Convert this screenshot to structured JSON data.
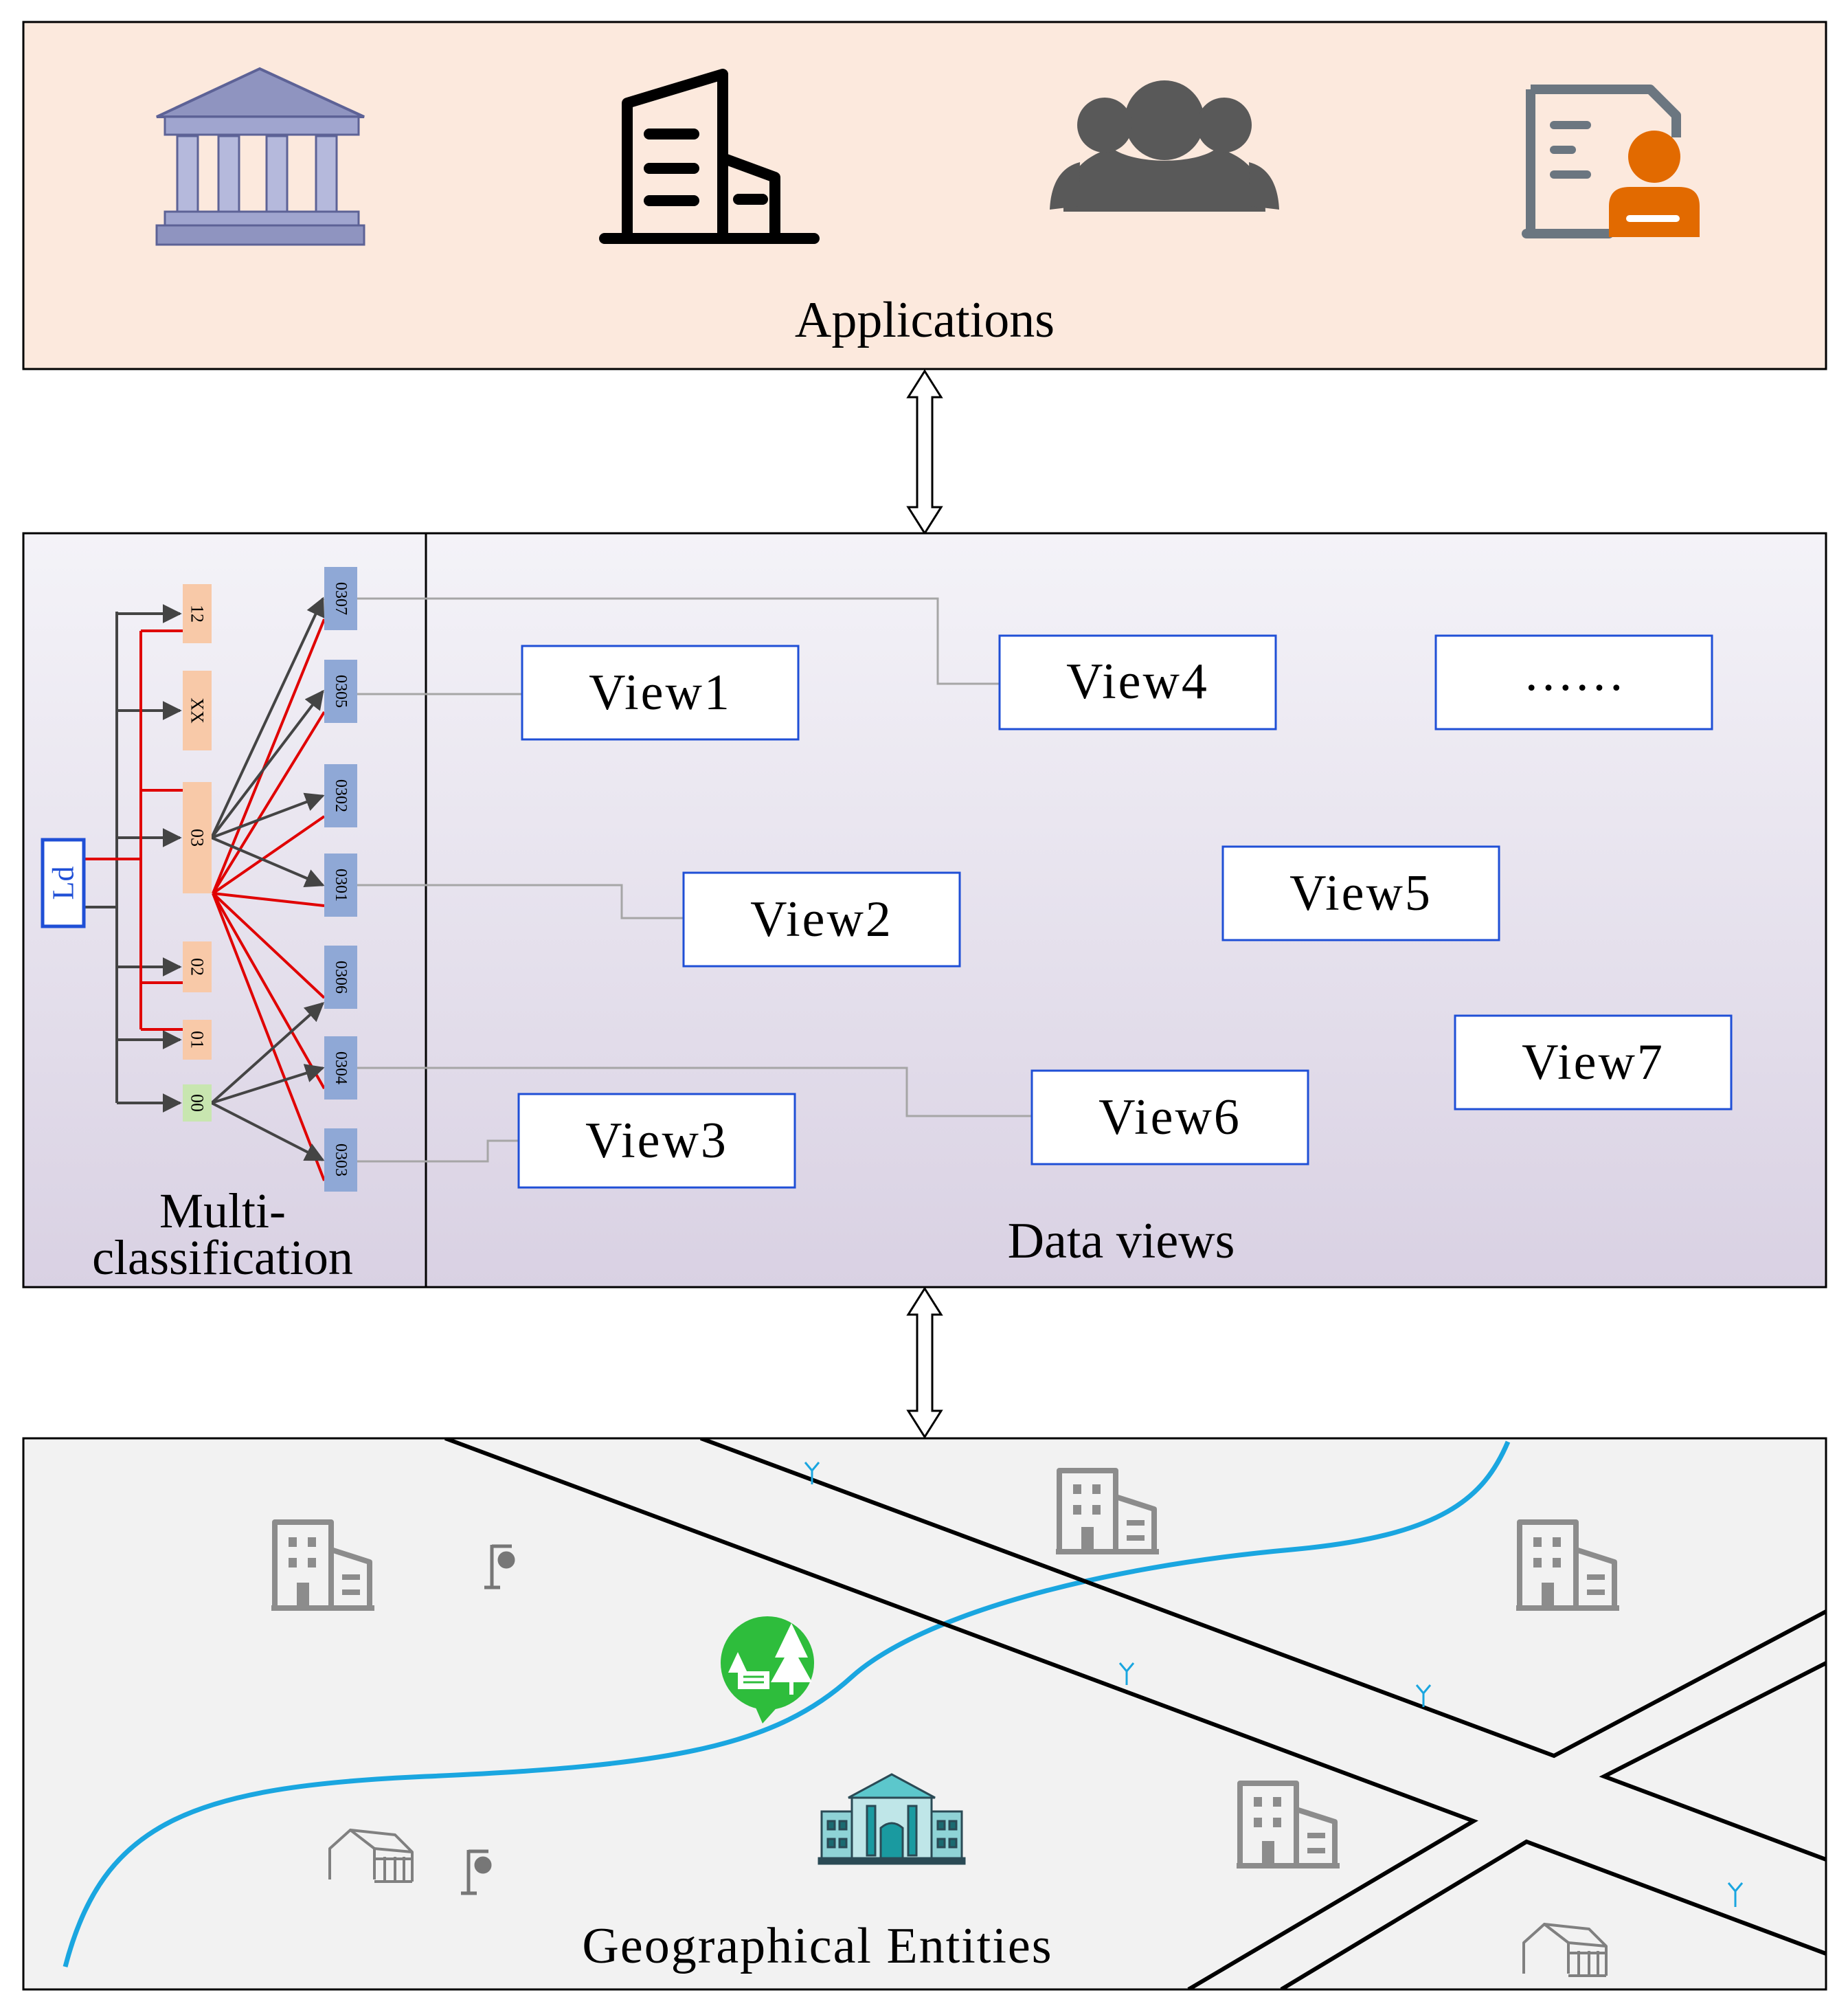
{
  "applications": {
    "label": "Applications",
    "icons": [
      "government-building-icon",
      "office-building-icon",
      "user-group-icon",
      "document-person-icon"
    ]
  },
  "multi_classification": {
    "label_line1": "Multi-",
    "label_line2": "classification",
    "root": "Ld",
    "level1": [
      "12",
      "XX",
      "03",
      "02",
      "01",
      "00"
    ],
    "level2": [
      "0307",
      "0305",
      "0302",
      "0301",
      "0306",
      "0304",
      "0303"
    ]
  },
  "data_views": {
    "label": "Data views",
    "views": [
      "View1",
      "View4",
      "……",
      "View2",
      "View5",
      "View7",
      "View6",
      "View3"
    ]
  },
  "geographical_entities": {
    "label": "Geographical Entities",
    "icons": [
      "building-icon",
      "street-lamp-icon",
      "park-pin-icon",
      "house-icon",
      "museum-icon",
      "tree-icon"
    ]
  },
  "colors": {
    "applications_bg": "#fce9dd",
    "level1_node": "#f8c9a8",
    "level2_node": "#8fa8d6",
    "node_00": "#c8e6b0",
    "red_link": "#e00000",
    "view_border": "#1f4fd6",
    "river": "#1aa6e0",
    "park_green": "#2ebd3c",
    "museum_teal": "#1a9aa0",
    "doc_orange": "#e26a00"
  }
}
